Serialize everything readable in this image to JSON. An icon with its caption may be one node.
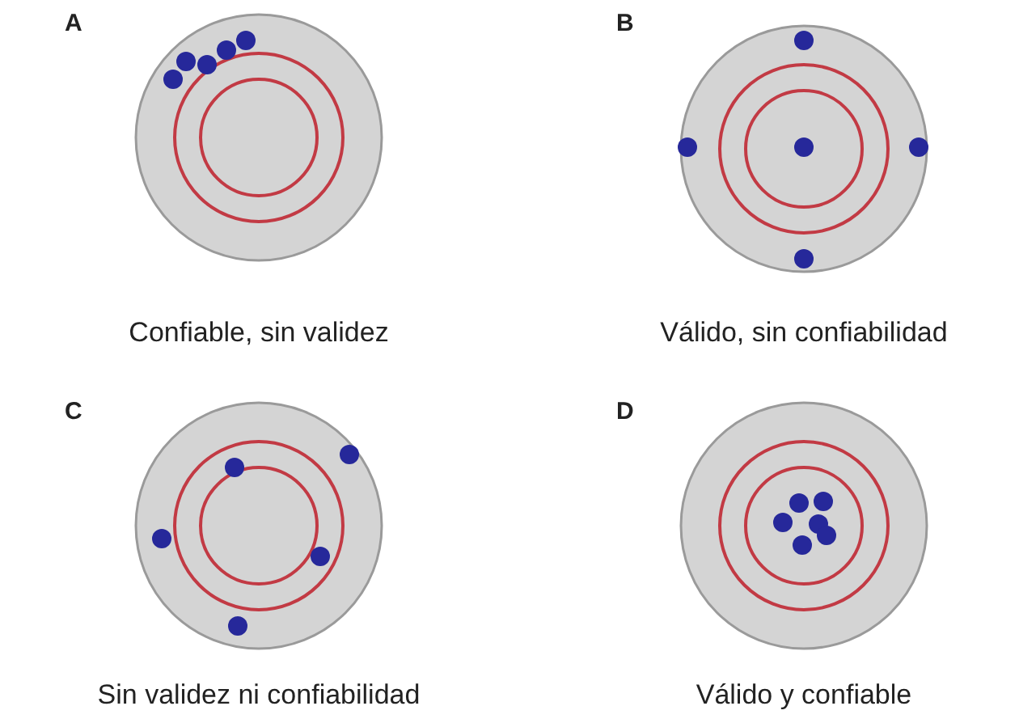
{
  "diagram": {
    "nodes": [
      {
        "text": [
          "A"
        ],
        "beside": [
          "Confiable, sin validez"
        ]
      },
      {
        "text": [
          "B"
        ],
        "beside": [
          "Válido, sin confiabilidad"
        ]
      },
      {
        "text": [
          "C"
        ],
        "beside": [
          "Sin validez ni confiabilidad"
        ]
      },
      {
        "text": [
          "D"
        ],
        "beside": [
          "Válido y confiable"
        ]
      }
    ]
  }
}
